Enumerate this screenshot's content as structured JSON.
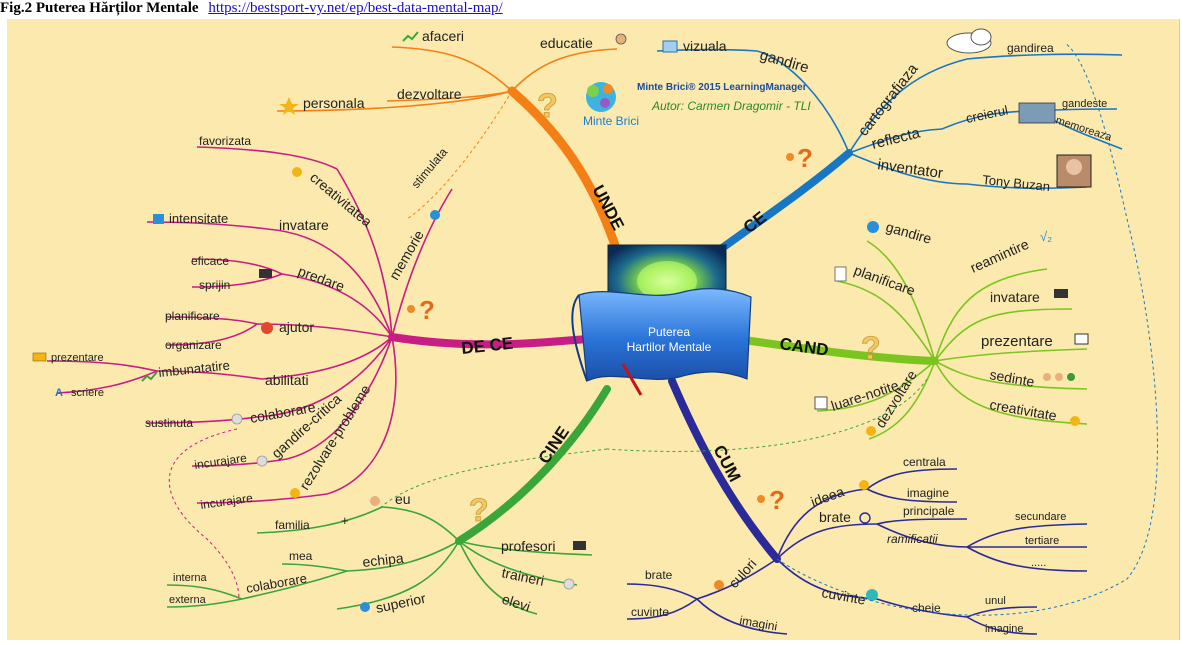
{
  "header": {
    "label": "Fig.2 Puterea Hărților Mentale",
    "url": "https://bestsport-vy.net/ep/best-data-mental-map/"
  },
  "colors": {
    "background": "#fbe9ad",
    "unde": "#f47f15",
    "ce": "#1777c4",
    "cand": "#7cc520",
    "cum": "#2a2a9a",
    "cine": "#3aa63a",
    "dece": "#c71d84"
  },
  "brand": {
    "name": "Minte Brici",
    "title": "Minte Brici® 2015 LearningManager",
    "author": "Autor: Carmen Dragomir - TLI"
  },
  "center": {
    "line1": "Puterea",
    "line2": "Hartilor Mentale"
  },
  "branches": {
    "unde": {
      "label": "UNDE",
      "items": [
        "afaceri",
        "educatie",
        "personala",
        "dezvoltare"
      ]
    },
    "ce": {
      "label": "CE",
      "items": [
        "vizuala",
        "gandire",
        "cartografiaza",
        "gandirea",
        "reflecta",
        "creierul",
        "gandeste",
        "memoreaza",
        "inventator",
        "Tony Buzan"
      ]
    },
    "cand": {
      "label": "CAND",
      "items": [
        "gandire",
        "reamintire",
        "planificare",
        "invatare",
        "prezentare",
        "sedinte",
        "creativitate",
        "luare-notite",
        "dezvoltare"
      ]
    },
    "cum": {
      "label": "CUM",
      "items": [
        "ideea",
        "centrala",
        "imagine",
        "brate",
        "principale",
        "ramificatii",
        "secundare",
        "tertiare",
        ".....",
        "culori",
        "brate",
        "cuvinte",
        "imagini",
        "cuvinte",
        "cheie",
        "unul",
        "imagine"
      ]
    },
    "cine": {
      "label": "CINE",
      "items": [
        "eu",
        "familia",
        "+",
        "echipa",
        "mea",
        "colaborare",
        "interna",
        "externa",
        "superior",
        "profesori",
        "traineri",
        "elevi"
      ]
    },
    "dece": {
      "label": "DE CE",
      "items": [
        "favorizata",
        "creativitatea",
        "stimulata",
        "memorie",
        "intensitate",
        "invatare",
        "eficace",
        "sprijin",
        "predare",
        "planificare",
        "ajutor",
        "organizare",
        "prezentare",
        "imbunatatire",
        "abilitati",
        "scriere",
        "sustinuta",
        "colaborare",
        "incurajare",
        "gandire-critica",
        "incurajare",
        "rezolvare-probleme"
      ]
    }
  }
}
